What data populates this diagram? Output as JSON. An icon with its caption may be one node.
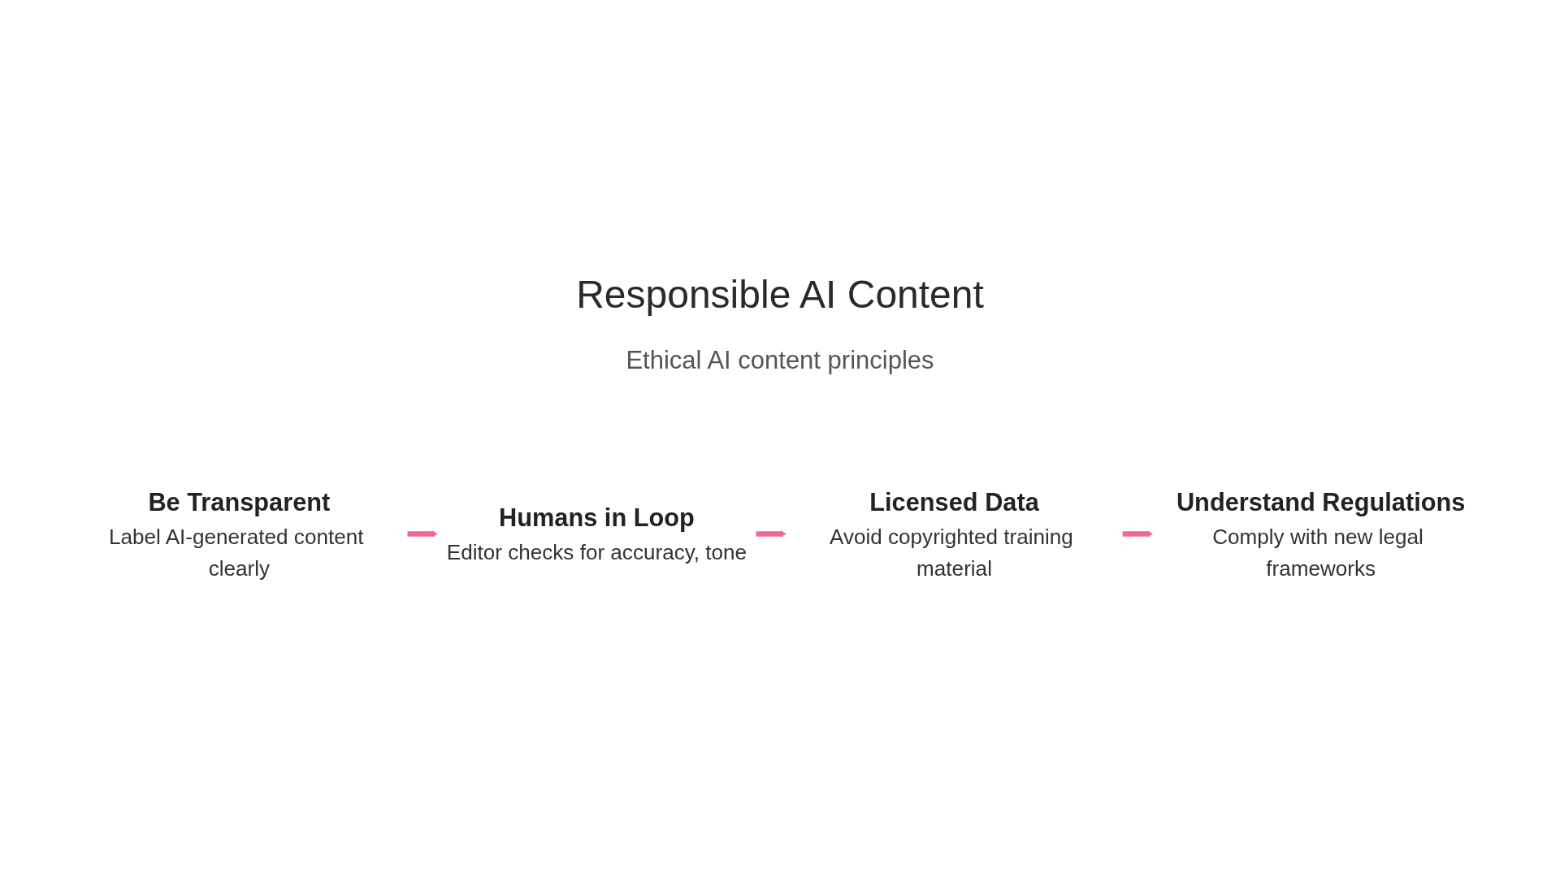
{
  "diagram": {
    "title": "Responsible AI Content",
    "nodes": [
      {
        "text": [
          "Be Transparent",
          "Label AI-generated content clearly"
        ]
      },
      {
        "text": [
          "Humans in Loop",
          "Editor checks for accuracy, tone"
        ]
      },
      {
        "text": [
          "Licensed Data",
          "Avoid copyrighted training material"
        ]
      },
      {
        "text": [
          "Understand Regulations",
          "Comply with new legal frameworks"
        ]
      }
    ],
    "edges": [
      {
        "from": 0,
        "to": 1,
        "arrow": "to"
      },
      {
        "from": 1,
        "to": 2,
        "arrow": "to"
      },
      {
        "from": 2,
        "to": 3,
        "arrow": "to"
      }
    ],
    "labels": [
      "Ethical AI content principles"
    ]
  }
}
